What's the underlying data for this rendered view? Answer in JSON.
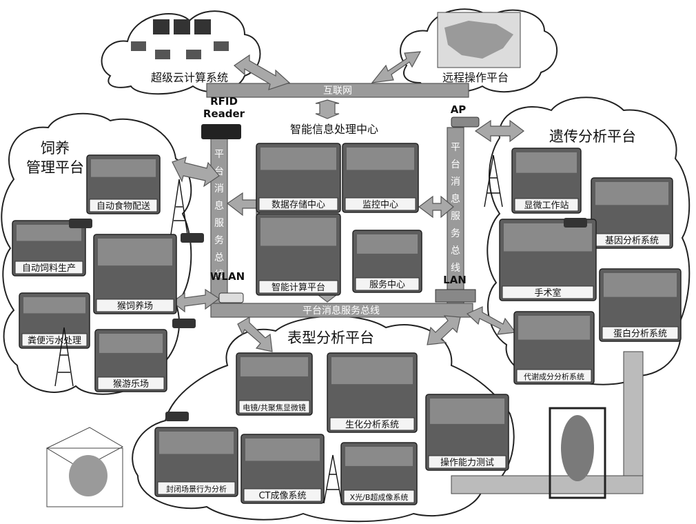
{
  "clouds": {
    "supercloud": "超级云计算系统",
    "remote": "远程操作平台",
    "feeding_line1": "饲养",
    "feeding_line2": "管理平台",
    "genetic": "遗传分析平台",
    "phenotype": "表型分析平台"
  },
  "network": {
    "internet": "互联网",
    "center_title": "智能信息处理中心",
    "bus_bottom": "平台消息服务总线",
    "bus_left": [
      "平",
      "台",
      "消",
      "息",
      "服",
      "务",
      "总",
      "线"
    ],
    "bus_right": [
      "平",
      "台",
      "消",
      "息",
      "服",
      "务",
      "总",
      "线"
    ],
    "rfid_line1": "RFID",
    "rfid_line2": "Reader",
    "ap": "AP",
    "wlan": "WLAN",
    "lan": "LAN"
  },
  "center_units": {
    "storage": "数据存储中心",
    "monitor": "监控中心",
    "compute": "智能计算平台",
    "service": "服务中心"
  },
  "feeding_units": {
    "food": "自动食物配送",
    "feed": "自动饲料生产",
    "farm": "猴饲养场",
    "sewage": "粪便污水处理",
    "park": "猴游乐场"
  },
  "genetic_units": {
    "microscope": "显微工作站",
    "gene": "基因分析系统",
    "surgery": "手术室",
    "protein": "蛋白分析系统",
    "metabolite": "代谢成分分析系统"
  },
  "phenotype_units": {
    "em": "电镜/共聚焦显微镜",
    "biochem": "生化分析系统",
    "operate": "操作能力测试",
    "behavior": "封闭场景行为分析",
    "ct": "CT成像系统",
    "xray": "X光/B超成像系统"
  },
  "colors": {
    "bus": "#9a9a9a",
    "photo": "#5e5e5e",
    "arrow": "#a8a8a8"
  }
}
